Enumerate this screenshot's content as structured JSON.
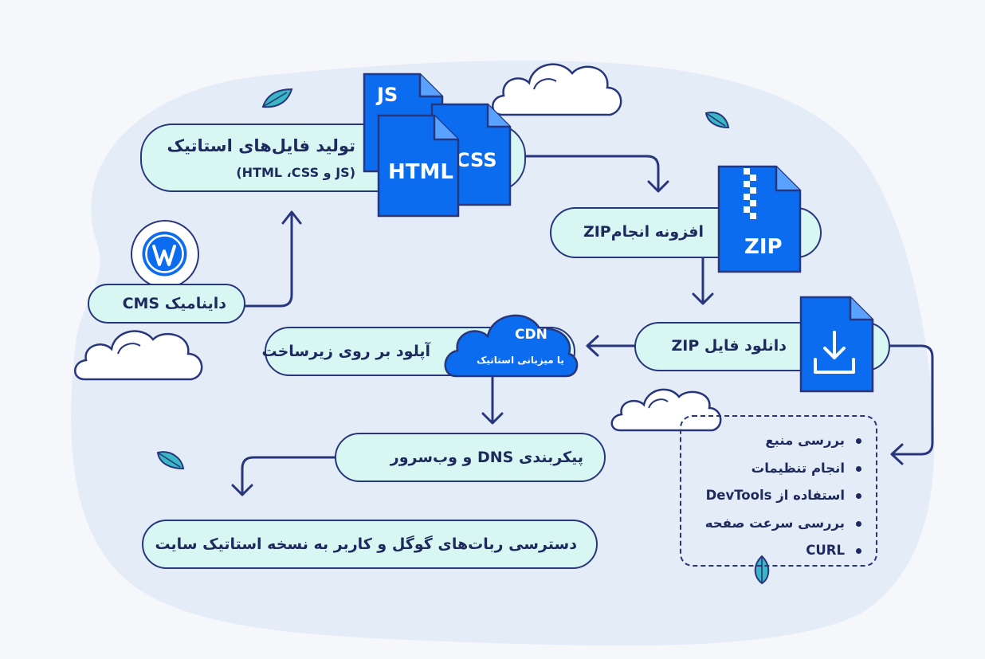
{
  "colors": {
    "pill_fill": "#d8f7f3",
    "stroke": "#27367d",
    "file_blue": "#0c6cf0",
    "background_blob": "#e4ecf7",
    "text": "#1e2a5e"
  },
  "nodes": {
    "static_files": {
      "line1": "تولید فایل‌های استاتیک",
      "line2": "(JS و HTML ،CSS)"
    },
    "zip_plugin": {
      "label": "افزونه انجامZIP"
    },
    "dynamic_cms": {
      "label": "داینامیک CMS"
    },
    "download_zip": {
      "label": "دانلود فایل ZIP"
    },
    "upload": {
      "label": "آپلود بر روی زیرساخت"
    },
    "dns": {
      "label": "پیکربندی DNS و وب‌سرور"
    },
    "access": {
      "label": "دسترسی ربات‌های گوگل و کاربر به نسخه استاتیک سایت"
    }
  },
  "files": {
    "js": "JS",
    "css": "CSS",
    "html": "HTML",
    "zip": "ZIP"
  },
  "cdn": {
    "title": "CDN",
    "subtitle": "یا میزبانی استاتیک"
  },
  "checklist": [
    "بررسی منبع",
    "انجام تنظیمات",
    "استفاده از DevTools",
    "بررسی سرعت صفحه",
    "CURL"
  ],
  "icons": [
    "wordpress-icon",
    "download-icon",
    "zipper-icon",
    "cloud-icon",
    "leaf-icon"
  ]
}
